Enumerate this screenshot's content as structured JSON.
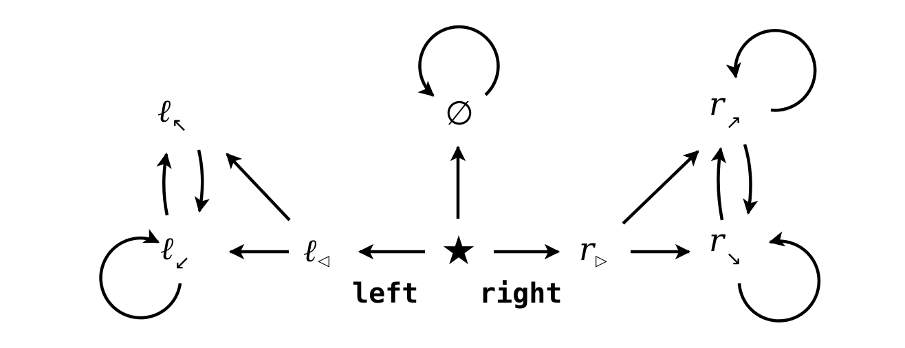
{
  "nodes": {
    "l_up": {
      "main": "ℓ",
      "sub": "↖"
    },
    "l_down": {
      "main": "ℓ",
      "sub": "↙"
    },
    "l_tri": {
      "main": "ℓ",
      "sub": "◁"
    },
    "star": {
      "main": "★"
    },
    "empty": {
      "main": "∅"
    },
    "r_tri": {
      "main": "r",
      "sub": "▷"
    },
    "r_up": {
      "main": "r",
      "sub": "↗"
    },
    "r_down": {
      "main": "r",
      "sub": "↘"
    }
  },
  "edge_labels": {
    "left": "left",
    "right": "right"
  }
}
